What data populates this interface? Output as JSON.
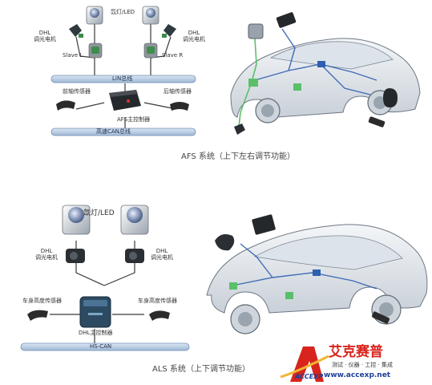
{
  "afs": {
    "headlamp_label": "氙灯/LED",
    "motor_left_label": "DHL\n调光电机",
    "motor_right_label": "DHL\n调光电机",
    "slave_left": "Slave L",
    "slave_right": "Slave R",
    "lin_bus": "LIN总线",
    "sensor_left": "前轴传感器",
    "sensor_right": "后轴传感器",
    "controller": "AFS主控制器",
    "can_bus": "高速CAN总线",
    "caption": "AFS 系统（上下左右调节功能）"
  },
  "als": {
    "headlamp_label": "氙灯/LED",
    "motor_left_label": "DHL\n调光电机",
    "motor_right_label": "DHL\n调光电机",
    "sensor_left": "车身高度传感器",
    "sensor_right": "车身高度传感器",
    "controller": "DHL主控制器",
    "can_bus": "HS-CAN",
    "caption": "ALS 系统（上下调节功能）"
  },
  "logo": {
    "brand_cn": "艾克赛普",
    "tagline": "测试 · 仪器 · 工控 · 集成",
    "url": "www.accexp.net",
    "mark": "ACCEXP"
  },
  "colors": {
    "bus_fill": "#b9cde4",
    "bus_stroke": "#6f8fb5",
    "wire": "#3a3a3a",
    "green_module": "#5bbf6a",
    "blue_wire": "#2f5fb0",
    "logo_red": "#d8241c"
  }
}
